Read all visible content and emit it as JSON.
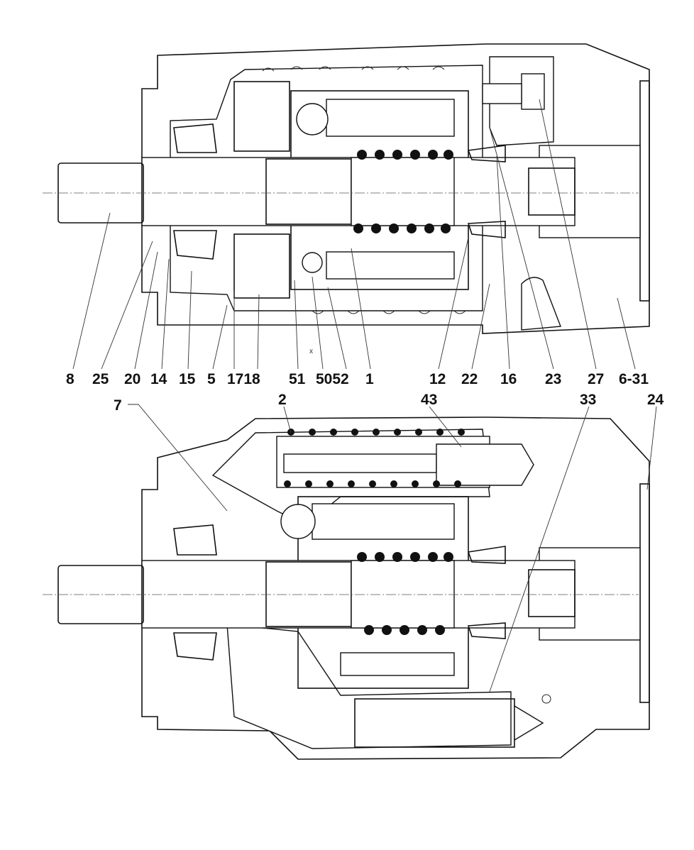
{
  "labels_top": [
    "8",
    "25",
    "20",
    "14",
    "15",
    "5",
    "1718",
    "51",
    "5052",
    "1",
    "12",
    "22",
    "16",
    "23",
    "27",
    "6-31"
  ],
  "labels_bottom": [
    "7",
    "2",
    "43",
    "33",
    "24"
  ],
  "section_mark": "x"
}
